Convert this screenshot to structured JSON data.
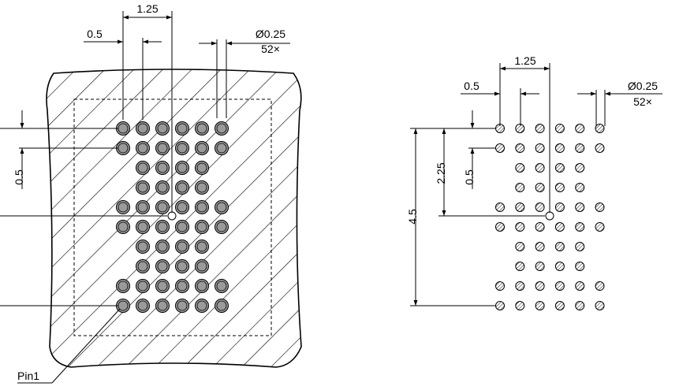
{
  "left_view": {
    "dim_pitch_top": "1.25",
    "dim_pitch_col": "0.5",
    "dim_ball_diameter": "Ø0.25",
    "dim_ball_count": "52×",
    "dim_pitch_row": "0.5",
    "pin1_label": "Pin1"
  },
  "right_view": {
    "dim_pitch_top": "1.25",
    "dim_pitch_col": "0.5",
    "dim_ball_diameter": "Ø0.25",
    "dim_ball_count": "52×",
    "dim_center_offset": "2.25",
    "dim_pitch_row": "0.5",
    "dim_total_height": "4.5"
  },
  "ball_grid": {
    "columns": 6,
    "row_patterns": [
      "full",
      "full",
      "inner",
      "inner",
      "full",
      "full",
      "inner",
      "inner",
      "full",
      "full"
    ],
    "total_balls": 52
  },
  "colors": {
    "line": "#000000",
    "ball_fill_left": "#9a9a9a",
    "background": "#ffffff"
  }
}
